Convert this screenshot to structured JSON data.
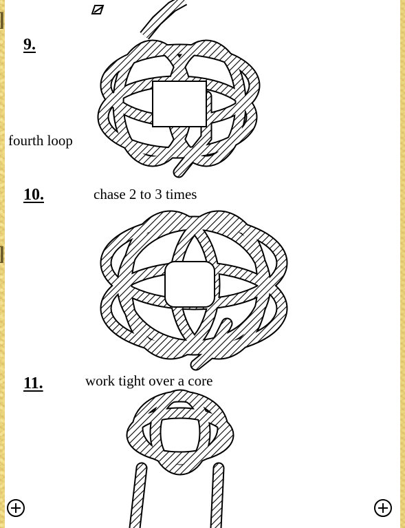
{
  "step9": {
    "number": "9.",
    "callout": "fourth loop"
  },
  "step10": {
    "number": "10.",
    "caption": "chase 2 to 3 times"
  },
  "step11": {
    "number": "11.",
    "caption": "work tight over a core"
  },
  "icons": {
    "left_corner": "plus-circle-icon",
    "right_corner": "plus-circle-icon"
  },
  "colors": {
    "background": "#e8d27a",
    "page": "#ffffff",
    "ink": "#000000"
  }
}
